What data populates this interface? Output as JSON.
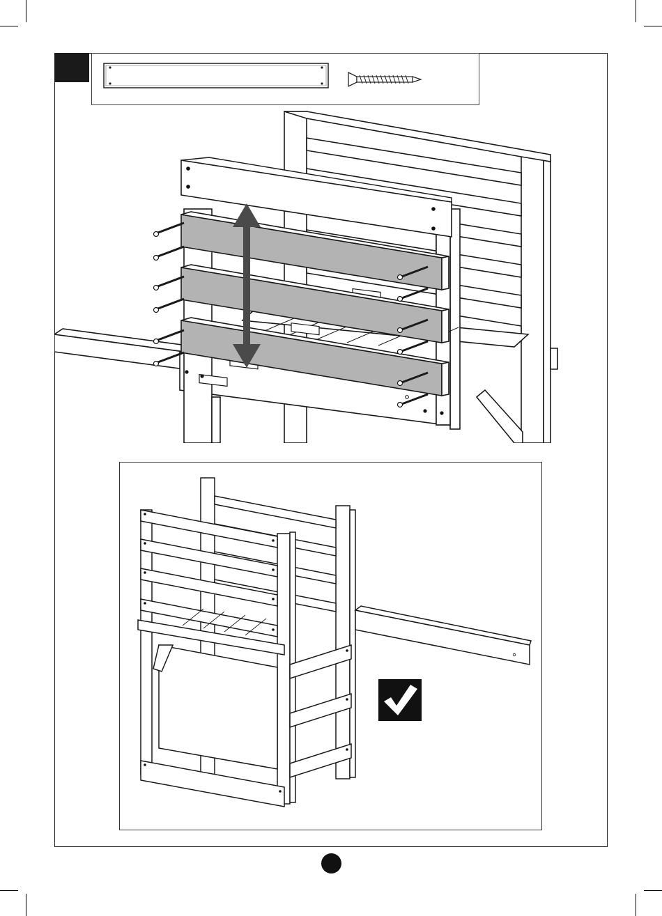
{
  "page": {
    "step_number": "",
    "page_number": ""
  },
  "parts": [
    {
      "name": "long-board",
      "count": ""
    },
    {
      "name": "wood-screw",
      "count": ""
    }
  ],
  "icons": {
    "confirm": "check-mark-icon",
    "direction": "double-arrow-icon",
    "screw": "screw-icon"
  },
  "colors": {
    "ink": "#1a1a1a",
    "highlight_board": "#b3b3b3",
    "arrow": "#4a4a4a",
    "paper": "#ffffff"
  },
  "board_highlight_level": {
    "highlighted_boards": 3,
    "total_boards": 4
  }
}
